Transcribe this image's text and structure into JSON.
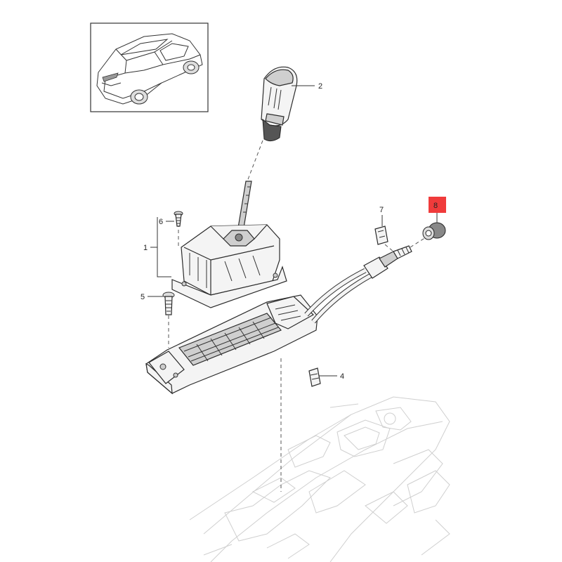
{
  "callouts": {
    "c1": "1",
    "c2": "2",
    "c4": "4",
    "c5": "5",
    "c6": "6",
    "c7": "7",
    "c8": "8"
  },
  "highlight": {
    "callout": "8",
    "color": "#f03b3b"
  }
}
